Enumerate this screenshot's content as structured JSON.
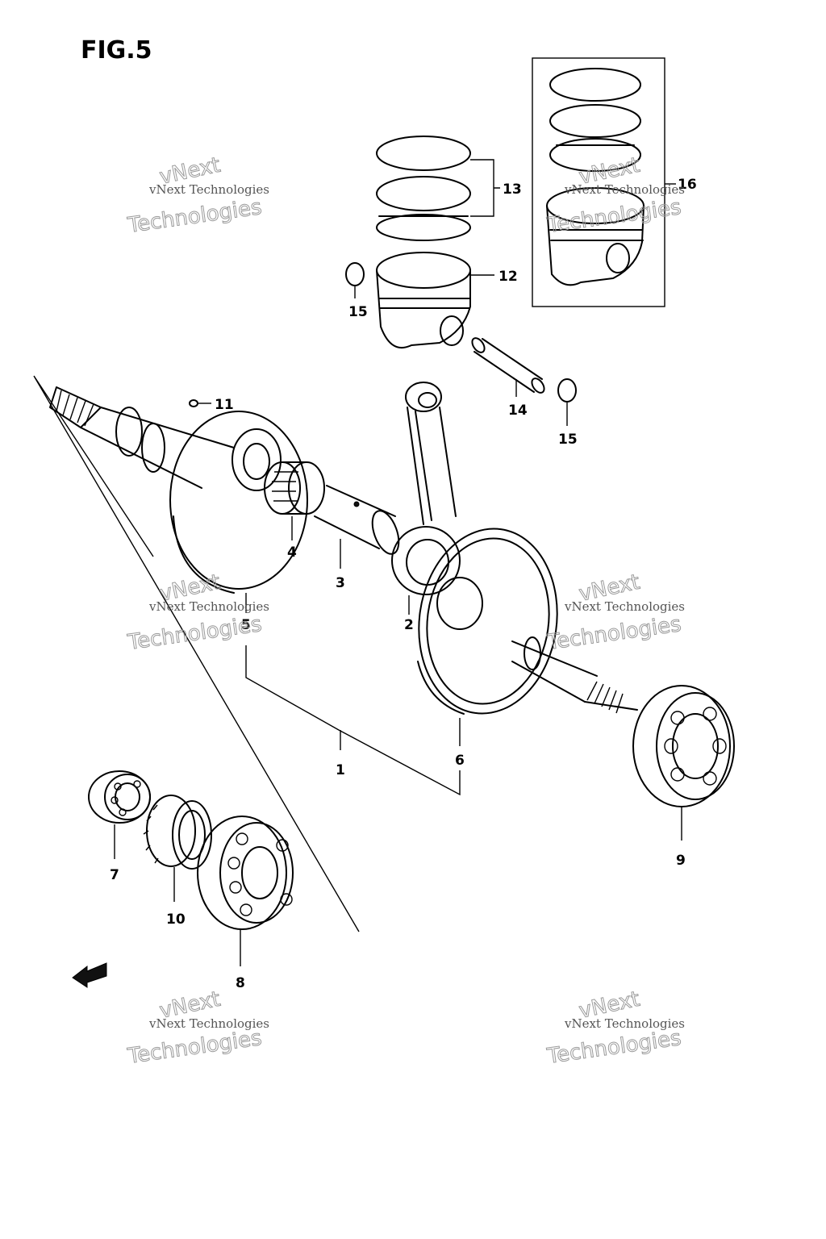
{
  "figure": {
    "title": "FIG.5"
  },
  "callouts": {
    "c1": "1",
    "c2": "2",
    "c3": "3",
    "c4": "4",
    "c5": "5",
    "c6": "6",
    "c7": "7",
    "c8": "8",
    "c9": "9",
    "c10": "10",
    "c11": "11",
    "c12": "12",
    "c13": "13",
    "c14": "14",
    "c15a": "15",
    "c15b": "15",
    "c16": "16"
  },
  "watermark": {
    "line1": "vNext",
    "line2": "vNext Technologies",
    "line3": "Technologies"
  }
}
